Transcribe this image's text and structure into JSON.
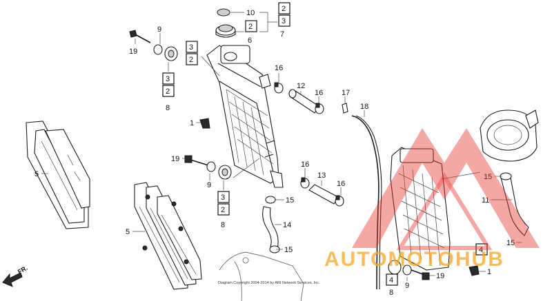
{
  "diagram": {
    "callouts": [
      {
        "id": "c10",
        "label": "10"
      },
      {
        "id": "c6",
        "label": "6"
      },
      {
        "id": "c7",
        "label": "7"
      },
      {
        "id": "c9a",
        "label": "9"
      },
      {
        "id": "c19a",
        "label": "19"
      },
      {
        "id": "c8a",
        "label": "8"
      },
      {
        "id": "c16a",
        "label": "16"
      },
      {
        "id": "c12",
        "label": "12"
      },
      {
        "id": "c16b",
        "label": "16"
      },
      {
        "id": "c17",
        "label": "17"
      },
      {
        "id": "c18",
        "label": "18"
      },
      {
        "id": "c1a",
        "label": "1"
      },
      {
        "id": "c5a",
        "label": "5"
      },
      {
        "id": "c5b",
        "label": "5"
      },
      {
        "id": "c19b",
        "label": "19"
      },
      {
        "id": "c9b",
        "label": "9"
      },
      {
        "id": "c8b",
        "label": "8"
      },
      {
        "id": "c16c",
        "label": "16"
      },
      {
        "id": "c13",
        "label": "13"
      },
      {
        "id": "c16d",
        "label": "16"
      },
      {
        "id": "c15a",
        "label": "15"
      },
      {
        "id": "c14",
        "label": "14"
      },
      {
        "id": "c15b",
        "label": "15"
      },
      {
        "id": "c15c",
        "label": "15"
      },
      {
        "id": "c11",
        "label": "11"
      },
      {
        "id": "c15d",
        "label": "15"
      },
      {
        "id": "c8c",
        "label": "8"
      },
      {
        "id": "c9c",
        "label": "9"
      },
      {
        "id": "c19c",
        "label": "19"
      },
      {
        "id": "c1b",
        "label": "1"
      }
    ],
    "boxed_refs": [
      {
        "id": "b2a",
        "label": "2"
      },
      {
        "id": "b3a",
        "label": "3"
      },
      {
        "id": "b2b",
        "label": "2"
      },
      {
        "id": "b3b",
        "label": "3"
      },
      {
        "id": "b2c",
        "label": "2"
      },
      {
        "id": "b3c",
        "label": "3"
      },
      {
        "id": "b2d",
        "label": "2"
      },
      {
        "id": "b3d",
        "label": "3"
      },
      {
        "id": "b2e",
        "label": "2"
      },
      {
        "id": "b3e",
        "label": "3"
      },
      {
        "id": "b4a",
        "label": "4"
      },
      {
        "id": "b4b",
        "label": "4"
      }
    ],
    "front_label": "FR.",
    "copyright": "Diagram Copyright 2004-2014 by ARI Network Services, Inc."
  },
  "watermark": {
    "text": "AUTOMOTOHUB",
    "color": "#f5a623",
    "logo_color": "#e8322a"
  }
}
